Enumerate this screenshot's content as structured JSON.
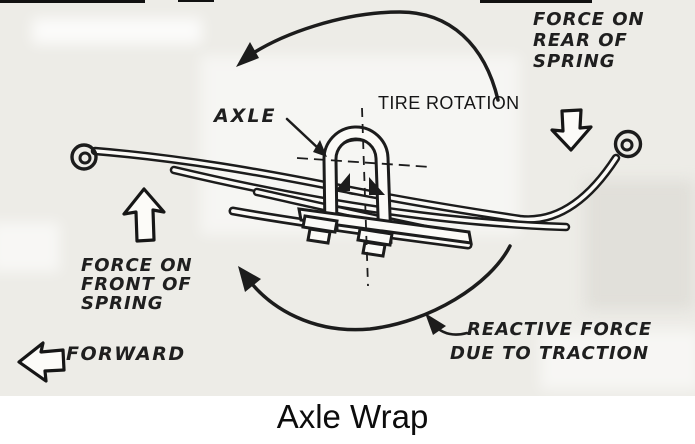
{
  "title": "Axle Wrap",
  "labels": {
    "force_rear": [
      "FORCE ON",
      "REAR OF",
      "SPRING"
    ],
    "tire_rotation": "TIRE ROTATION",
    "axle": "AXLE",
    "force_front": [
      "FORCE ON",
      "FRONT OF",
      "SPRING"
    ],
    "forward": "FORWARD",
    "reactive": [
      "REACTIVE FORCE",
      "DUE TO TRACTION"
    ]
  },
  "colors": {
    "ink": "#1c1c1c",
    "paper": "#edece7",
    "drawing_fill": "#fbfaf7",
    "title_strip": "#ffffff"
  },
  "diagram": {
    "subject": "Leaf spring axle wrap under traction",
    "components": [
      "leaf-spring",
      "spring-eye-left",
      "spring-eye-right",
      "u-bolt",
      "axle",
      "axle-plate",
      "u-bolt-nuts",
      "tire-rotation-arrow",
      "reaction-arrow",
      "force-front-arrow",
      "force-rear-arrow",
      "forward-arrow",
      "axle-leader",
      "reactive-leader",
      "axle-centerlines"
    ]
  }
}
